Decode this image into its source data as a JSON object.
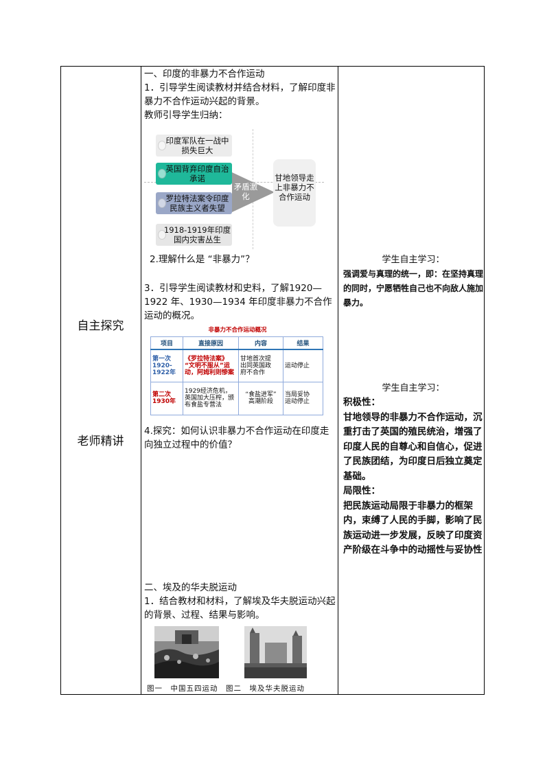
{
  "left": {
    "study": "自主探究",
    "lecture": "老师精讲"
  },
  "section1": {
    "heading": "一、印度的非暴力不合作运动",
    "task1": "1．引导学生阅读教材并结合材料，了解印度非暴力不合作运动兴起的背景。",
    "guide": "教师引导学生归纳：",
    "diagram": {
      "b1": "印度军队在一战中损失巨大",
      "b2": "英国背弃印度自治承诺",
      "b3": "罗拉特法案令印度民族主义者失望",
      "b4": "1918-1919年印度国内灾害丛生",
      "arrow": "矛盾激化",
      "result": "甘地领导走上非暴力不合作运动",
      "colors": {
        "b1": "#ececec",
        "b2": "#1fb89a",
        "b3": "#9aa7c7",
        "b4": "#e6e6e6",
        "arrow": "#999999"
      }
    },
    "task2": "2.理解什么是 “非暴力”？",
    "task3": "3．引导学生阅读教材和史料，了解1920—1922 年、1930—1934 年印度非暴力不合作运动的概况。",
    "table": {
      "caption": "非暴力不合作运动概况",
      "headers": [
        "项目",
        "直接原因",
        "内容",
        "结果"
      ],
      "rows": [
        {
          "item": "第一次\n1920-\n1922年",
          "cause": "《罗拉特法案》\n“文明不服从”运\n动，阿姆利则惨案",
          "content": "甘地首次提\n出同英国政\n府不合作",
          "result": "运动停止"
        },
        {
          "item": "第二次\n1930年",
          "cause": "1929经济危机，\n英国加大压榨，颁\n布食盐专营法",
          "content": "“食盐进军”\n高潮阶段",
          "result": "当局妥协\n运动停止"
        }
      ]
    },
    "task4": "4.探究：如何认识非暴力不合作运动在印度走向独立过程中的价值？"
  },
  "section2": {
    "heading": "二、埃及的华夫脱运动",
    "task1": "1．结合教材和材料，了解埃及华夫脱运动兴起的背景、过程、结果与影响。",
    "caption": "图一　中国五四运动　图二　埃及华夫脱运动"
  },
  "right": {
    "r1_title": "学生自主学习：",
    "r1_body": "强调爱与真理的统一，即：在坚持真理的同时，宁愿牺牲自己也不向敌人施加暴力。",
    "r2_title": "学生自主学习：",
    "r2_pos_label": "积极性：",
    "r2_pos": "甘地领导的非暴力不合作运动，沉重打击了英国的殖民统治，增强了印度人民的自尊心和自信心，促进了民族团结，为印度日后独立奠定基础。",
    "r2_neg_label": "局限性：",
    "r2_neg": "把民族运动局限于非暴力的框架内，束缚了人民的手脚，影响了民族运动进一步发展，反映了印度资产阶级在斗争中的动摇性与妥协性"
  }
}
